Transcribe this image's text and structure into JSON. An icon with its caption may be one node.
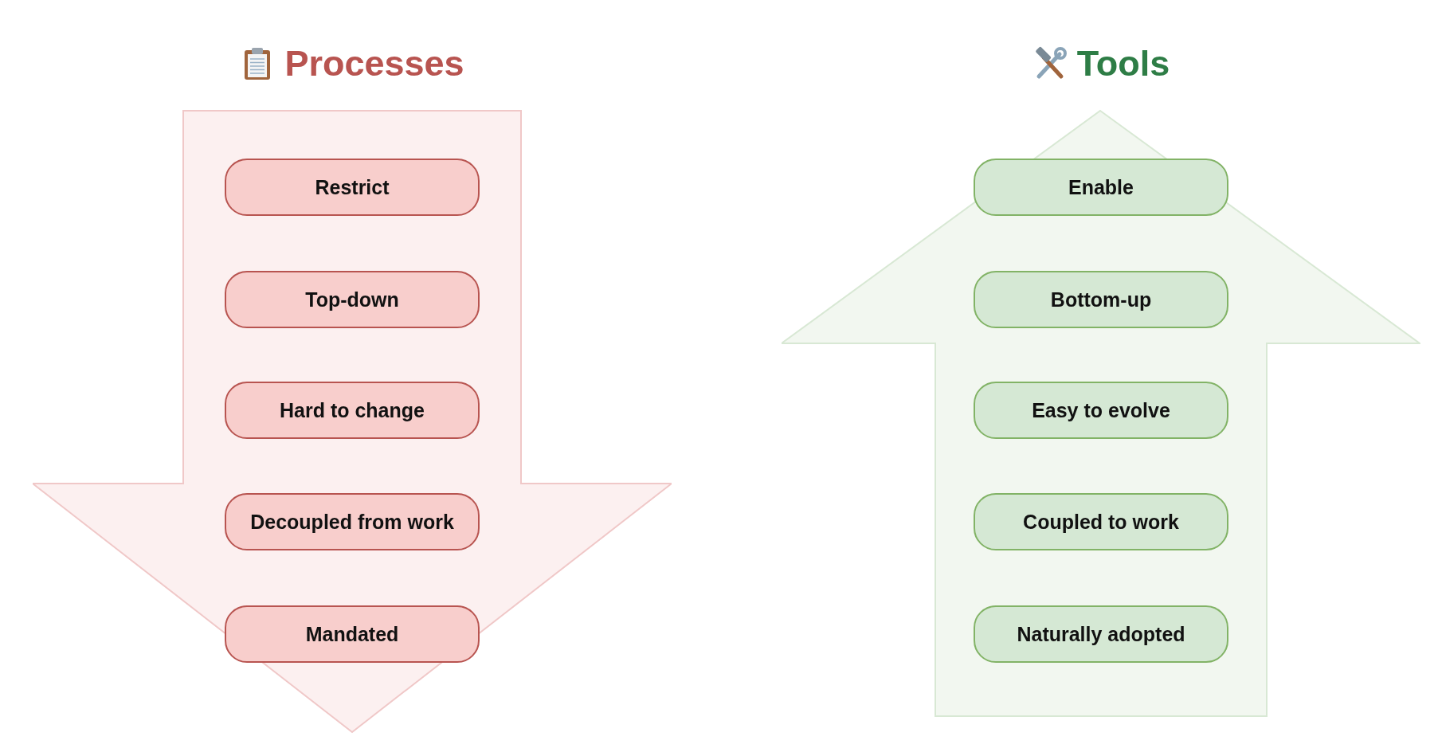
{
  "diagram": {
    "nodes": [
      {
        "text": [
          "Processes"
        ]
      },
      {
        "text": [
          "Restrict"
        ],
        "in": 0
      },
      {
        "text": [
          "Top-down"
        ],
        "in": 0
      },
      {
        "text": [
          "Hard to change"
        ],
        "in": 0
      },
      {
        "text": [
          "Decoupled from work"
        ],
        "in": 0
      },
      {
        "text": [
          "Mandated"
        ],
        "in": 0
      },
      {
        "text": [
          "Tools"
        ]
      },
      {
        "text": [
          "Enable"
        ],
        "in": 6
      },
      {
        "text": [
          "Bottom-up"
        ],
        "in": 6
      },
      {
        "text": [
          "Easy to evolve"
        ],
        "in": 6
      },
      {
        "text": [
          "Coupled to work"
        ],
        "in": 6
      },
      {
        "text": [
          "Naturally adopted"
        ],
        "in": 6
      }
    ]
  }
}
